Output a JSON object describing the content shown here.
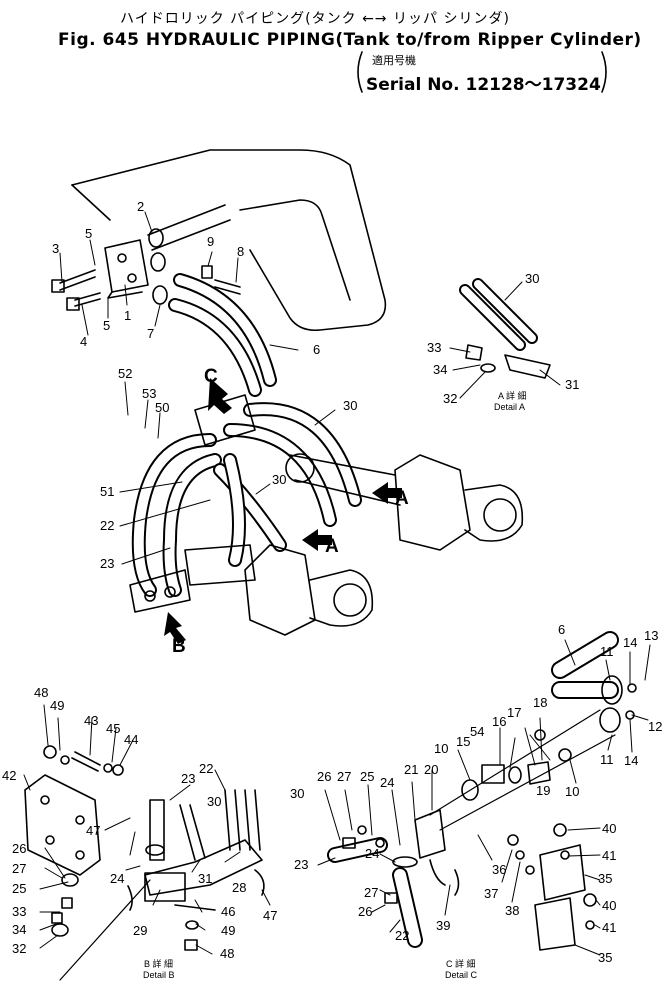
{
  "header": {
    "jp_title": "ハイドロリック パイピング(タンク ←→ リッパ シリンダ)",
    "title": "Fig. 645 HYDRAULIC PIPING(Tank to/from Ripper Cylinder)",
    "jp_applicable": "適用号機",
    "serial": "Serial No. 12128～17324"
  },
  "details": {
    "a_jp": "A 詳 細",
    "a": "Detail A",
    "b_jp": "B 詳 細",
    "b": "Detail B",
    "c_jp": "C 詳 細",
    "c": "Detail C"
  },
  "view_markers": [
    "A",
    "A",
    "B",
    "C"
  ],
  "callouts": {
    "main": [
      "1",
      "2",
      "3",
      "4",
      "5",
      "5",
      "6",
      "7",
      "8",
      "9",
      "22",
      "23",
      "30",
      "30",
      "50",
      "51",
      "52",
      "53"
    ],
    "detail_a": [
      "30",
      "31",
      "32",
      "33",
      "34"
    ],
    "detail_b": [
      "22",
      "23",
      "24",
      "25",
      "26",
      "27",
      "28",
      "29",
      "30",
      "30",
      "31",
      "32",
      "33",
      "34",
      "42",
      "43",
      "44",
      "45",
      "46",
      "47",
      "47",
      "48",
      "48",
      "49",
      "49"
    ],
    "detail_c": [
      "6",
      "10",
      "10",
      "11",
      "11",
      "12",
      "13",
      "14",
      "14",
      "15",
      "16",
      "17",
      "18",
      "19",
      "20",
      "21",
      "22",
      "23",
      "24",
      "24",
      "25",
      "26",
      "26",
      "27",
      "27",
      "35",
      "35",
      "36",
      "37",
      "38",
      "39",
      "40",
      "40",
      "41",
      "41",
      "54"
    ]
  }
}
